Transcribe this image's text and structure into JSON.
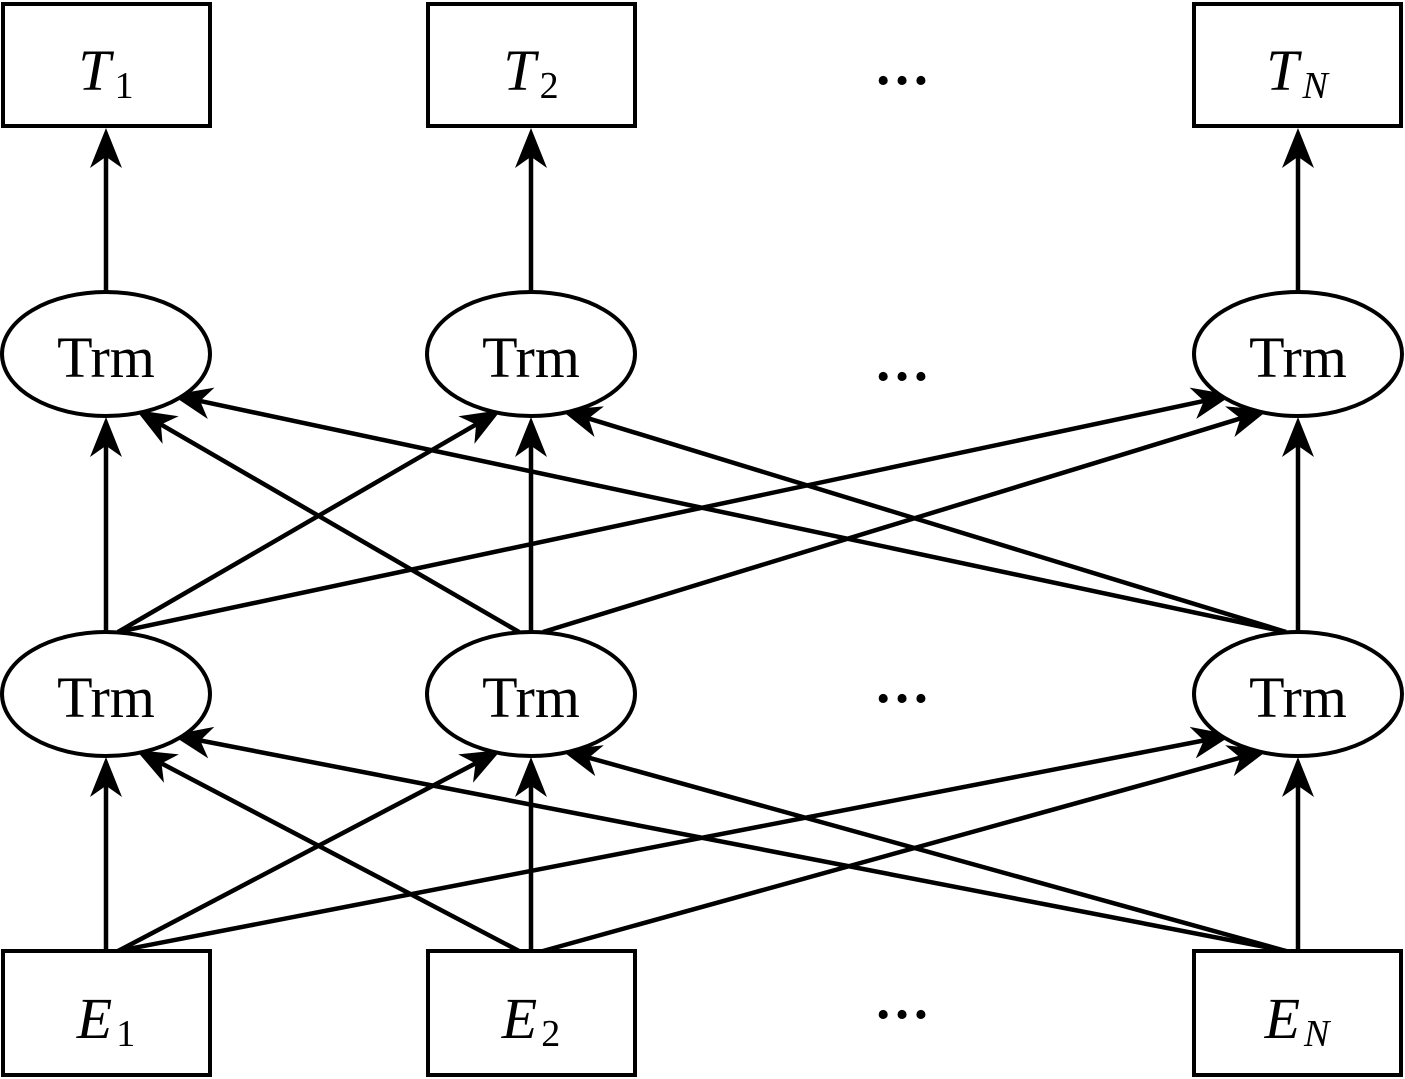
{
  "outputs": [
    {
      "main": "T",
      "sub": "1",
      "sub_italic": false
    },
    {
      "main": "T",
      "sub": "2",
      "sub_italic": false
    },
    {
      "main": "T",
      "sub": "N",
      "sub_italic": true
    }
  ],
  "hidden_upper": [
    {
      "label": "Trm"
    },
    {
      "label": "Trm"
    },
    {
      "label": "Trm"
    }
  ],
  "hidden_lower": [
    {
      "label": "Trm"
    },
    {
      "label": "Trm"
    },
    {
      "label": "Trm"
    }
  ],
  "inputs": [
    {
      "main": "E",
      "sub": "1",
      "sub_italic": false
    },
    {
      "main": "E",
      "sub": "2",
      "sub_italic": false
    },
    {
      "main": "E",
      "sub": "N",
      "sub_italic": true
    }
  ],
  "ellipsis": "…",
  "colors": {
    "stroke": "#000000",
    "background": "#ffffff"
  }
}
